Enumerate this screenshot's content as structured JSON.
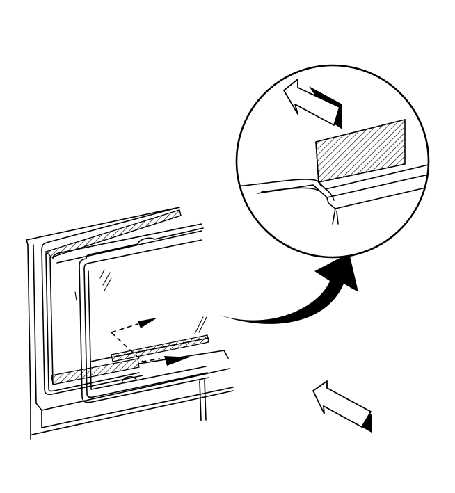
{
  "figure": {
    "colors": {
      "ink": "#000000",
      "paper": "#ffffff"
    },
    "parts": [
      {
        "key": "door-panel",
        "label": ""
      },
      {
        "key": "window-glass",
        "label": ""
      },
      {
        "key": "detail-view",
        "label": ""
      }
    ],
    "arrows": [
      {
        "key": "install-direction-arrow",
        "icon": "block-arrow-up-left"
      },
      {
        "key": "detail-callout-arrow",
        "icon": "curved-arrow"
      },
      {
        "key": "detail-direction-arrow",
        "icon": "block-arrow-up-left"
      }
    ]
  }
}
